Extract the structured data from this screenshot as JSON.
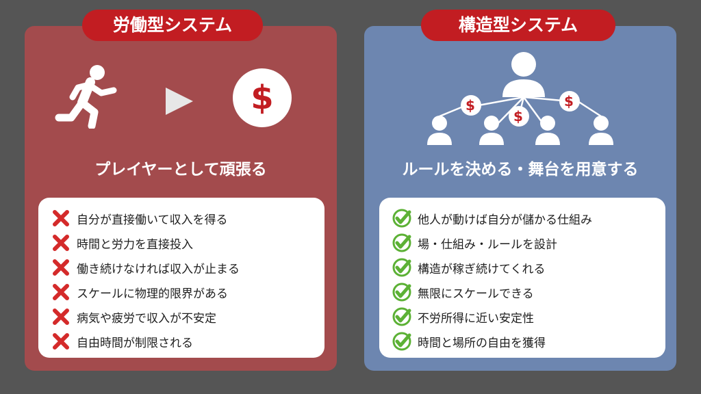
{
  "left": {
    "title": "労働型システム",
    "subtitle": "プレイヤーとして頑張る",
    "dollar_symbol": "$",
    "items": [
      "自分が直接働いて収入を得る",
      "時間と労力を直接投入",
      "働き続けなければ収入が止まる",
      "スケールに物理的限界がある",
      "病気や疲労で収入が不安定",
      "自由時間が制限される"
    ]
  },
  "right": {
    "title": "構造型システム",
    "subtitle": "ルールを決める・舞台を用意する",
    "dollar_symbol": "$",
    "items": [
      "他人が動けば自分が儲かる仕組み",
      "場・仕組み・ルールを設計",
      "構造が稼ぎ続けてくれる",
      "無限にスケールできる",
      "不労所得に近い安定性",
      "時間と場所の自由を獲得"
    ]
  },
  "colors": {
    "left_panel": "#a34b4d",
    "right_panel": "#6d86b0",
    "title_badge": "#c21d22",
    "cross": "#d42a2a",
    "check": "#5cb135"
  },
  "icons": {
    "left": [
      "running-person-icon",
      "play-arrow-icon",
      "dollar-coin-icon",
      "cross-icon"
    ],
    "right": [
      "person-network-icon",
      "dollar-coin-icon",
      "check-icon"
    ]
  }
}
